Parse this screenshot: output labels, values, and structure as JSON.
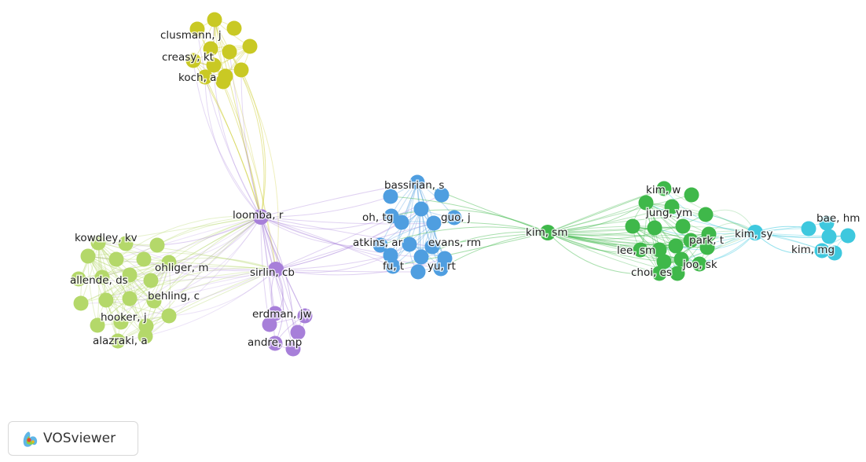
{
  "colors": {
    "yellow": "#c9c924",
    "lightgreen": "#b4d86a",
    "purple": "#a77fd9",
    "blue": "#4f9ee0",
    "green": "#3fb84a",
    "cyan": "#3ec8de"
  },
  "labels": {
    "clusmann": "clusmann, j",
    "creasy": "creasy, kt",
    "koch": "koch, a",
    "loomba": "loomba, r",
    "kowdley": "kowdley, kv",
    "ohliger": "ohliger, m",
    "allende": "allende, ds",
    "behling": "behling, c",
    "hooker": "hooker, j",
    "alazraki": "alazraki, a",
    "sirlin": "sirlin, cb",
    "erdman": "erdman, jw",
    "andre": "andre, mp",
    "bassirian": "bassirian, s",
    "oh": "oh, tg",
    "guo": "guo, j",
    "atkins": "atkins, ar",
    "evans": "evans, rm",
    "fu": "fu, t",
    "yu": "yu, rt",
    "kimsm": "kim, sm",
    "kimw": "kim, w",
    "jung": "jung, ym",
    "park": "park, t",
    "lee": "lee, sm",
    "joo": "joo, sk",
    "choi": "choi, es",
    "kimsy": "kim, sy",
    "bae": "bae, hm",
    "kimmg": "kim, mg"
  },
  "branding": {
    "logo_text": "VOSviewer",
    "logo_icon": "vosviewer-logo-icon"
  }
}
